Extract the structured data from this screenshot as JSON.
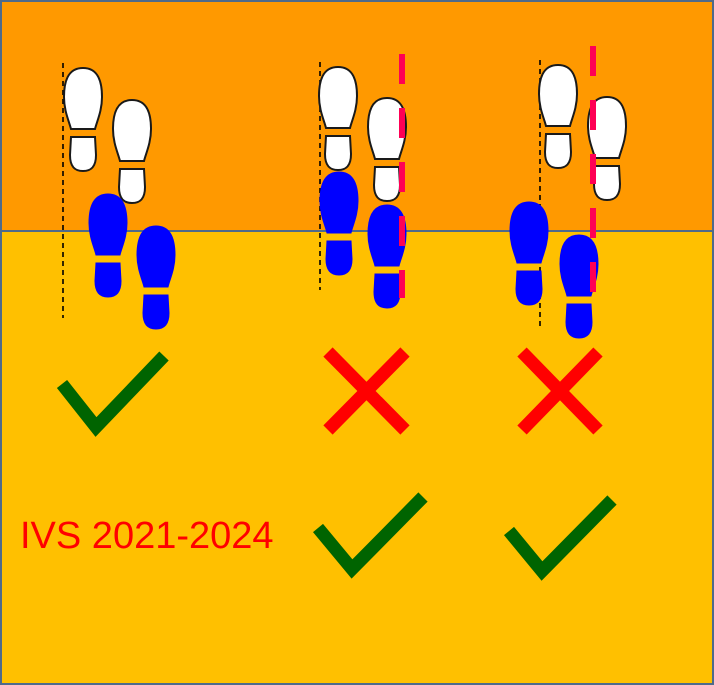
{
  "colors": {
    "upper_zone": "#ff9900",
    "lower_zone": "#ffc000",
    "border": "#4f6a8a",
    "shoe_white": "#ffffff",
    "shoe_blue": "#0000ff",
    "shoe_outline": "#1a1a1a",
    "guide_line": "#000000",
    "red_dashed_line": "#ff0055",
    "check_green": "#006400",
    "cross_red": "#ff0000"
  },
  "label": "IVS 2021-2024",
  "columns": [
    {
      "id": "col-1",
      "verdict_top": "check",
      "verdict_bottom": "none"
    },
    {
      "id": "col-2",
      "verdict_top": "cross",
      "verdict_bottom": "check"
    },
    {
      "id": "col-3",
      "verdict_top": "cross",
      "verdict_bottom": "check"
    }
  ],
  "icons": {
    "footprint_white": "footprint-white-icon",
    "footprint_blue": "footprint-blue-icon",
    "check": "check-icon",
    "cross": "cross-icon"
  }
}
